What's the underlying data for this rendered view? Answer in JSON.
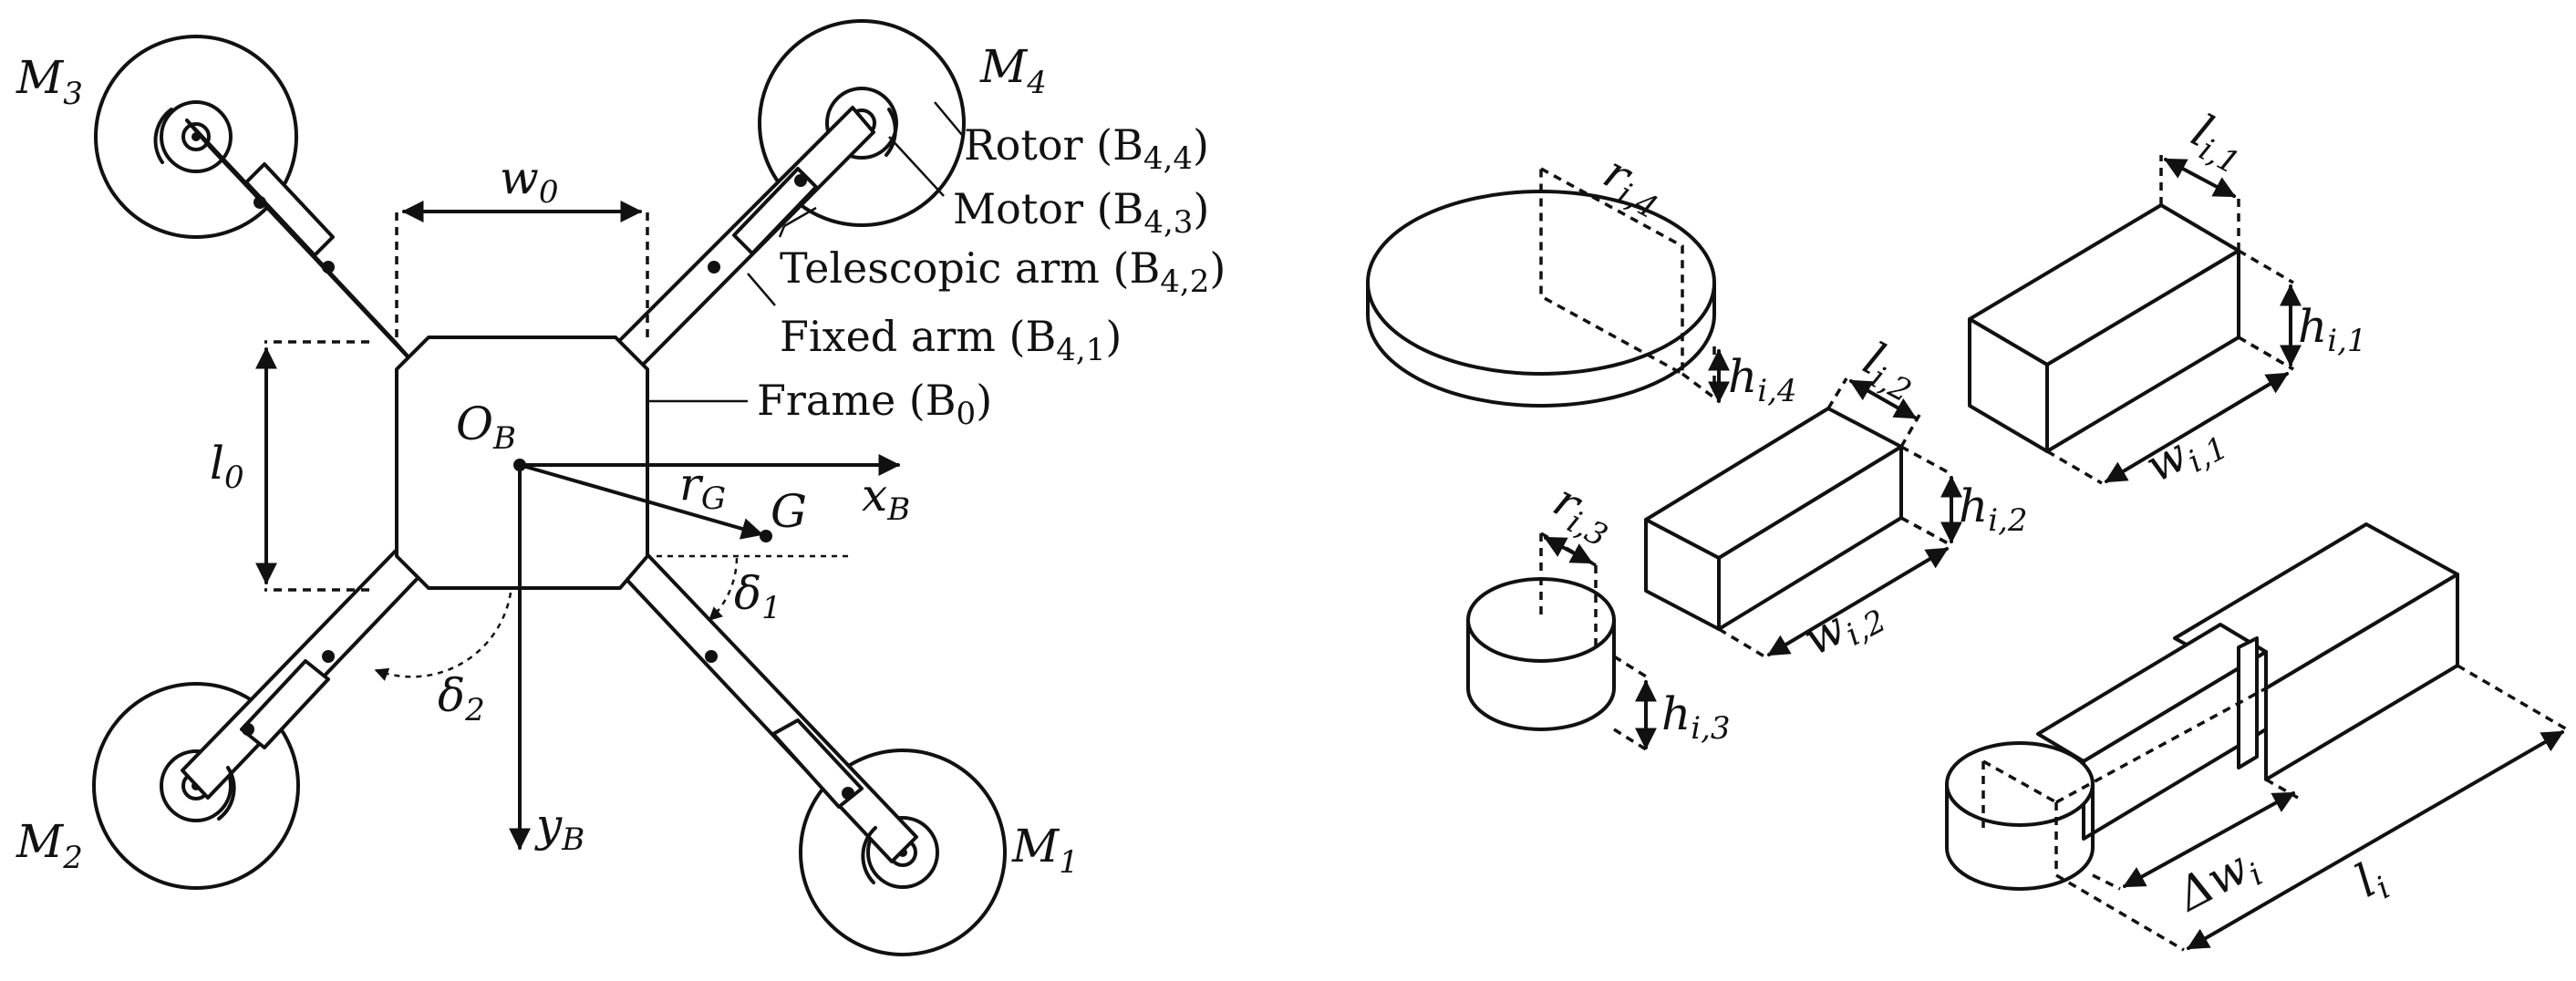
{
  "left_panel": {
    "motors": {
      "m1": "M",
      "m1_sub": "1",
      "m2": "M",
      "m2_sub": "2",
      "m3": "M",
      "m3_sub": "3",
      "m4": "M",
      "m4_sub": "4"
    },
    "dims": {
      "w0": "w",
      "w0_sub": "0",
      "l0": "l",
      "l0_sub": "0"
    },
    "frame_symbols": {
      "origin": "O",
      "origin_sub": "B",
      "x_axis": "x",
      "x_axis_sub": "B",
      "y_axis": "y",
      "y_axis_sub": "B",
      "rg": "r",
      "rg_sub": "G",
      "g": "G",
      "delta1": "δ",
      "delta1_sub": "1",
      "delta2": "δ",
      "delta2_sub": "2"
    },
    "callouts": {
      "rotor": "Rotor (B",
      "rotor_sub": "4,4",
      "rotor_end": ")",
      "motor": "Motor (B",
      "motor_sub": "4,3",
      "motor_end": ")",
      "telescopic": "Telescopic arm (B",
      "telescopic_sub": "4,2",
      "telescopic_end": ")",
      "fixed": "Fixed arm (B",
      "fixed_sub": "4,1",
      "fixed_end": ")",
      "frame": "Frame (B",
      "frame_sub": "0",
      "frame_end": ")"
    }
  },
  "right_panel": {
    "r_i4": "r",
    "r_i4_sub": "i,4",
    "h_i4": "h",
    "h_i4_sub": "i,4",
    "l_i2": "l",
    "l_i2_sub": "i,2",
    "h_i2": "h",
    "h_i2_sub": "i,2",
    "w_i2": "w",
    "w_i2_sub": "i,2",
    "r_i3": "r",
    "r_i3_sub": "i,3",
    "h_i3": "h",
    "h_i3_sub": "i,3",
    "l_i1": "l",
    "l_i1_sub": "i,1",
    "h_i1": "h",
    "h_i1_sub": "i,1",
    "w_i1": "w",
    "w_i1_sub": "i,1",
    "delta_w": "Δw",
    "delta_w_sub": "i",
    "l_i": "l",
    "l_i_sub": "i"
  }
}
